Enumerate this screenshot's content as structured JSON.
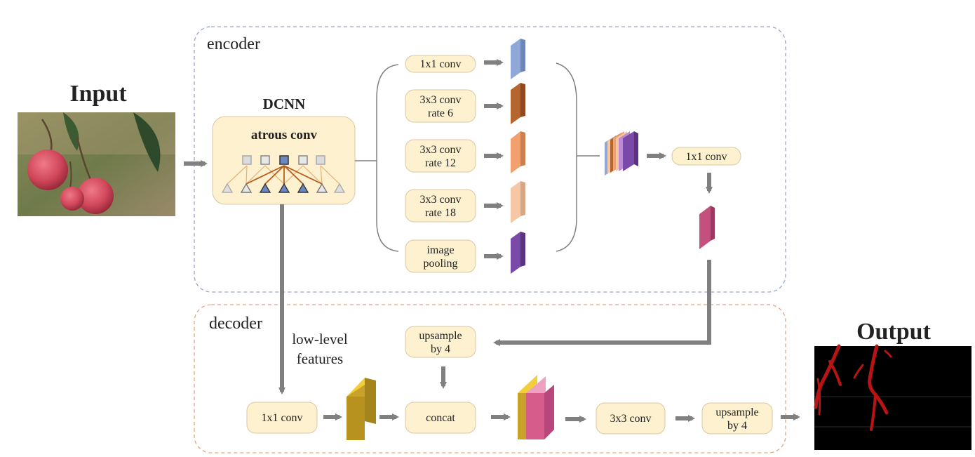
{
  "titles": {
    "input": "Input",
    "output": "Output",
    "dcnn": "DCNN"
  },
  "sections": {
    "encoder": "encoder",
    "decoder": "decoder"
  },
  "dcnn_box": {
    "label": "atrous conv"
  },
  "aspp": [
    {
      "line1": "1x1 conv",
      "line2": ""
    },
    {
      "line1": "3x3 conv",
      "line2": "rate 6"
    },
    {
      "line1": "3x3 conv",
      "line2": "rate 12"
    },
    {
      "line1": "3x3 conv",
      "line2": "rate 18"
    },
    {
      "line1": "image",
      "line2": "pooling"
    }
  ],
  "encoder_out_conv": "1x1 conv",
  "decoder": {
    "upsample_top": {
      "line1": "upsample",
      "line2": "by 4"
    },
    "low_level": {
      "line1": "low-level",
      "line2": "features"
    },
    "conv1x1": "1x1 conv",
    "concat": "concat",
    "conv3x3": "3x3 conv",
    "upsample_out": {
      "line1": "upsample",
      "line2": "by 4"
    }
  },
  "colors": {
    "box_fill": "#fdf1d0",
    "box_stroke": "#d9c9a3",
    "arrow": "#808080",
    "encoder_border": "#9aa3c9",
    "decoder_border": "#e2a77f",
    "map_1x1": "#8fa8d8",
    "map_rate6": "#b5652e",
    "map_rate12": "#f2a06e",
    "map_rate18": "#f5c7a6",
    "map_pool": "#7a4aa8",
    "map_encoder_out": "#c4507e",
    "map_lowlevel": "#c9a22a",
    "map_concat_pink": "#d65c8c"
  }
}
